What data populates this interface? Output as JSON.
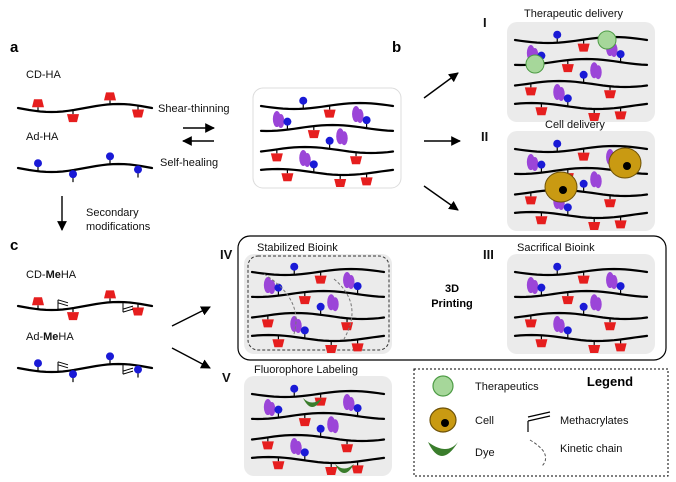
{
  "panels": {
    "a": "a",
    "b": "b",
    "c": "c"
  },
  "labels": {
    "cd_ha": "CD-HA",
    "ad_ha": "Ad-HA",
    "cd_meha_prefix": "CD-",
    "cd_meha_bold": "Me",
    "cd_meha_suffix": "HA",
    "ad_meha_prefix": "Ad-",
    "ad_meha_bold": "Me",
    "ad_meha_suffix": "HA",
    "shear_thinning": "Shear-thinning",
    "self_healing": "Self-healing",
    "secondary_line1": "Secondary",
    "secondary_line2": "modifications"
  },
  "applications": {
    "I": {
      "numeral": "I",
      "title": "Therapeutic delivery"
    },
    "II": {
      "numeral": "II",
      "title": "Cell delivery"
    },
    "III": {
      "numeral": "III",
      "title": "Sacrifical Bioink"
    },
    "IV": {
      "numeral": "IV",
      "title": "Stabilized Bioink"
    },
    "V": {
      "numeral": "V",
      "title": "Fluorophore Labeling"
    }
  },
  "printing": {
    "line1": "3D",
    "line2": "Printing"
  },
  "legend": {
    "title": "Legend",
    "therapeutics": "Therapeutics",
    "cell": "Cell",
    "dye": "Dye",
    "methacrylates": "Methacrylates",
    "kinetic_chain": "Kinetic chain"
  },
  "colors": {
    "ad_bead": "#1a1ad6",
    "cd_cup": "#e61e1e",
    "complex": "#9b45d8",
    "therapeutic_fill": "#a6d79a",
    "therapeutic_stroke": "#4e9c46",
    "cell_fill": "#c99a12",
    "cell_stroke": "#6e5208",
    "dye": "#3a7d2c",
    "panel_bg": "#ebebeb"
  }
}
